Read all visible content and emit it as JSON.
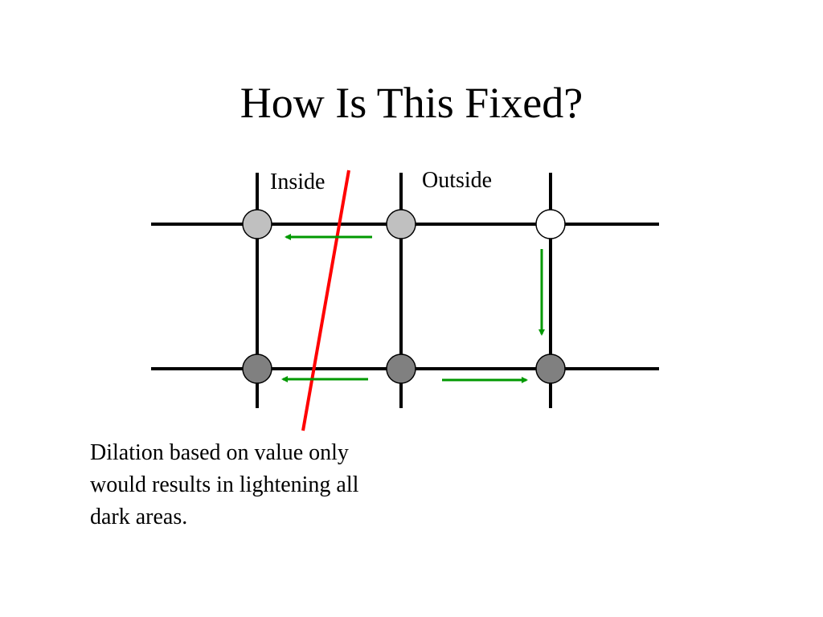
{
  "slide": {
    "title": "How Is This Fixed?"
  },
  "diagram": {
    "labels": {
      "inside": "Inside",
      "outside": "Outside"
    },
    "node_colors": {
      "light_gray": "#c0c0c0",
      "white": "#ffffff",
      "dark_gray": "#808080"
    },
    "grid_line_color": "#000000",
    "boundary_line_color": "#ff0000",
    "arrow_color": "#009900",
    "caption_lines": [
      "Dilation based on value only",
      "would results in lightening all",
      "dark areas."
    ]
  }
}
